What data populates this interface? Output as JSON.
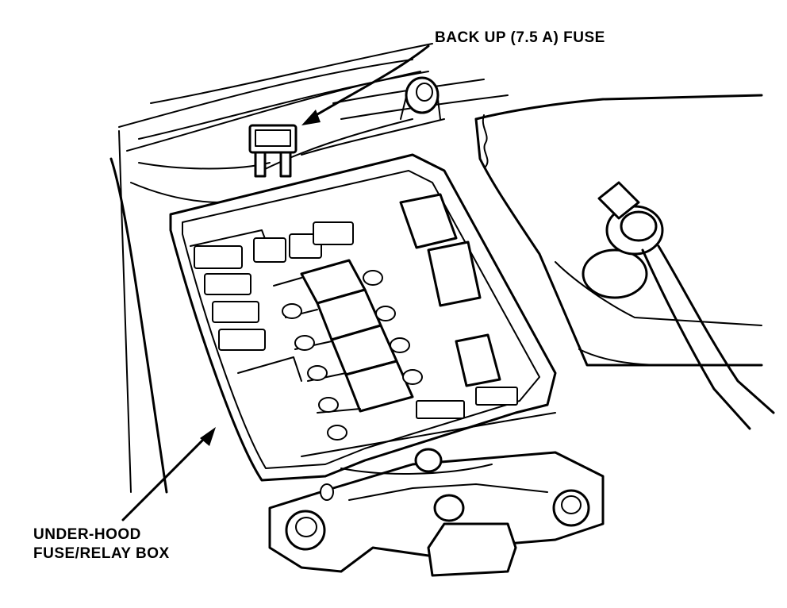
{
  "labels": {
    "backup_fuse": "BACK UP (7.5 A) FUSE",
    "box_line1": "UNDER-HOOD",
    "box_line2": "FUSE/RELAY BOX"
  },
  "colors": {
    "ink": "#000000",
    "paper": "#ffffff"
  }
}
